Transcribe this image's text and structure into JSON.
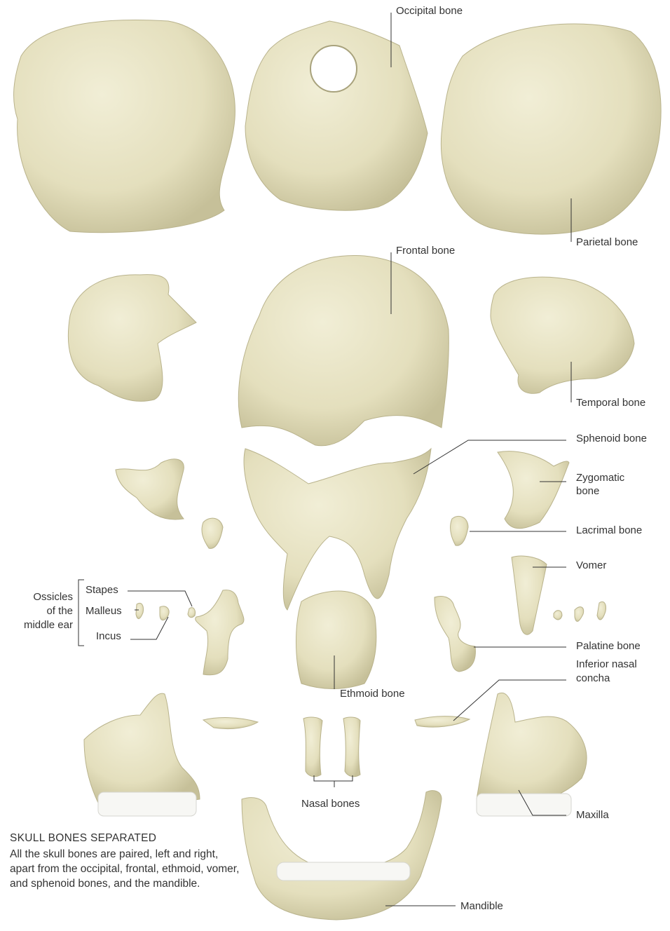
{
  "labels": {
    "occipital": "Occipital bone",
    "parietal": "Parietal bone",
    "frontal": "Frontal bone",
    "temporal": "Temporal bone",
    "sphenoid": "Sphenoid bone",
    "zygomatic_1": "Zygomatic",
    "zygomatic_2": "bone",
    "lacrimal": "Lacrimal bone",
    "vomer": "Vomer",
    "palatine": "Palatine bone",
    "inferior_concha_1": "Inferior nasal",
    "inferior_concha_2": "concha",
    "ethmoid": "Ethmoid bone",
    "nasal": "Nasal bones",
    "maxilla": "Maxilla",
    "mandible": "Mandible",
    "stapes": "Stapes",
    "malleus": "Malleus",
    "incus": "Incus",
    "ossicles_1": "Ossicles",
    "ossicles_2": "of the",
    "ossicles_3": "middle ear"
  },
  "caption": {
    "title": "SKULL BONES SEPARATED",
    "body": "All the skull bones are paired, left and right, apart from the occipital, frontal, ethmoid, vomer, and sphenoid bones, and the mandible."
  },
  "colors": {
    "bone": "#e8e4c4",
    "bone_shadow": "#c9c4a0",
    "teeth": "#f7f7f4",
    "leader": "#333333"
  }
}
